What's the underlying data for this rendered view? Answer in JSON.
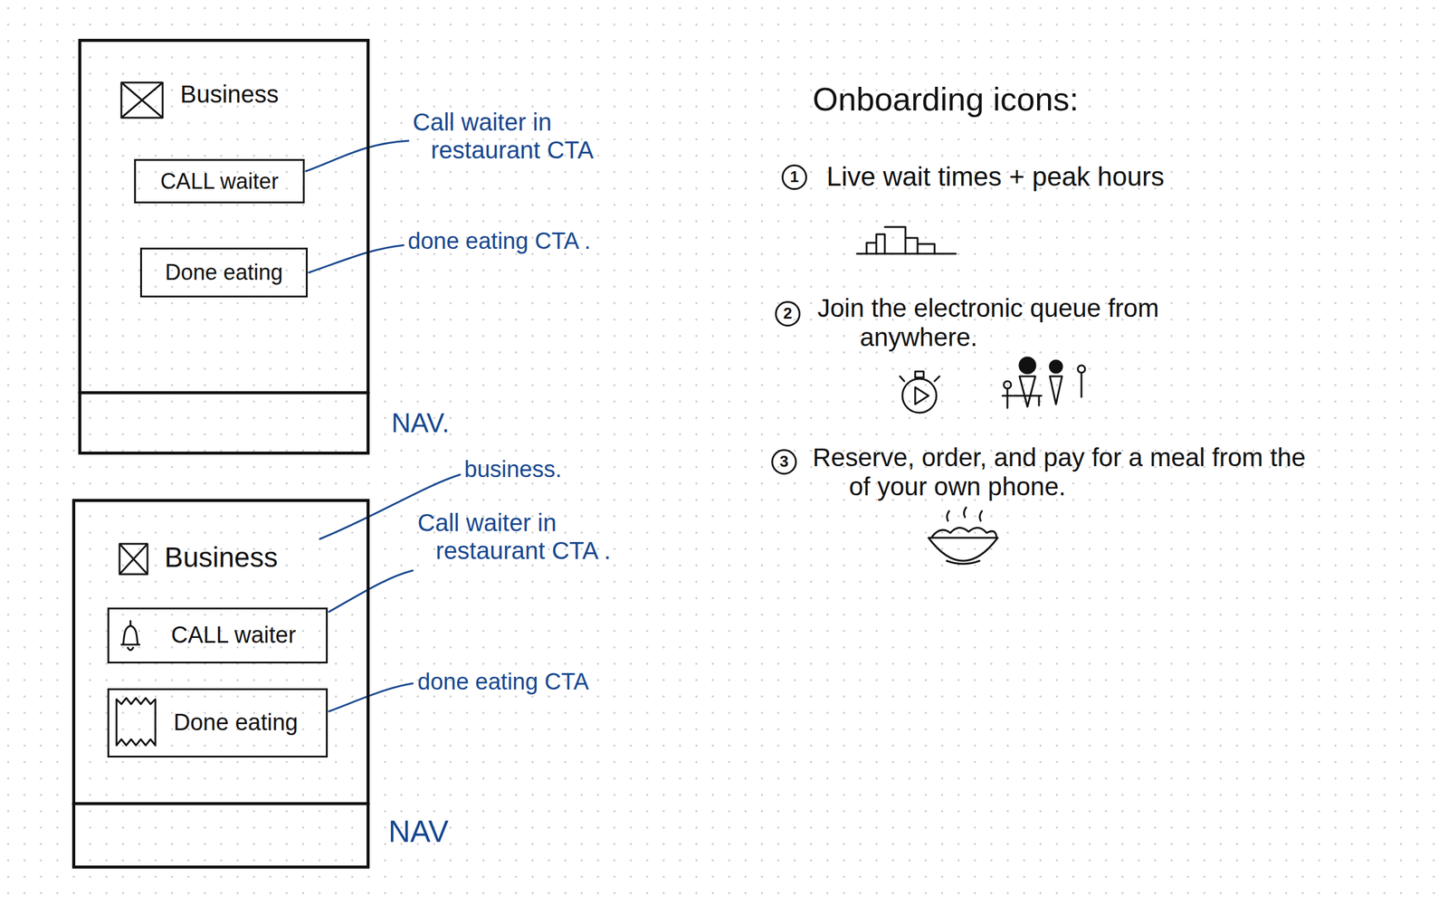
{
  "diagram": {
    "nodes": [
      {
        "text": [
          "Business"
        ]
      },
      {
        "text": [
          "CALL waiter"
        ],
        "in": 0
      },
      {
        "text": [
          "Done eating"
        ],
        "in": 0
      },
      {
        "text": [
          "Business"
        ]
      },
      {
        "text": [
          "CALL waiter"
        ],
        "in": 3
      },
      {
        "text": [
          "Done eating"
        ],
        "in": 3
      }
    ],
    "labels": [
      "Call waiter in restaurant CTA",
      "done eating CTA .",
      "NAV.",
      "business.",
      "Call waiter in restaurant CTA .",
      "done eating CTA",
      "NAV",
      "Onboarding icons:",
      "1",
      "Live wait times + peak hours",
      "2",
      "Join the electronic queue from anywhere.",
      "3",
      "Reserve, order, and pay for a meal from the of your own phone."
    ]
  }
}
